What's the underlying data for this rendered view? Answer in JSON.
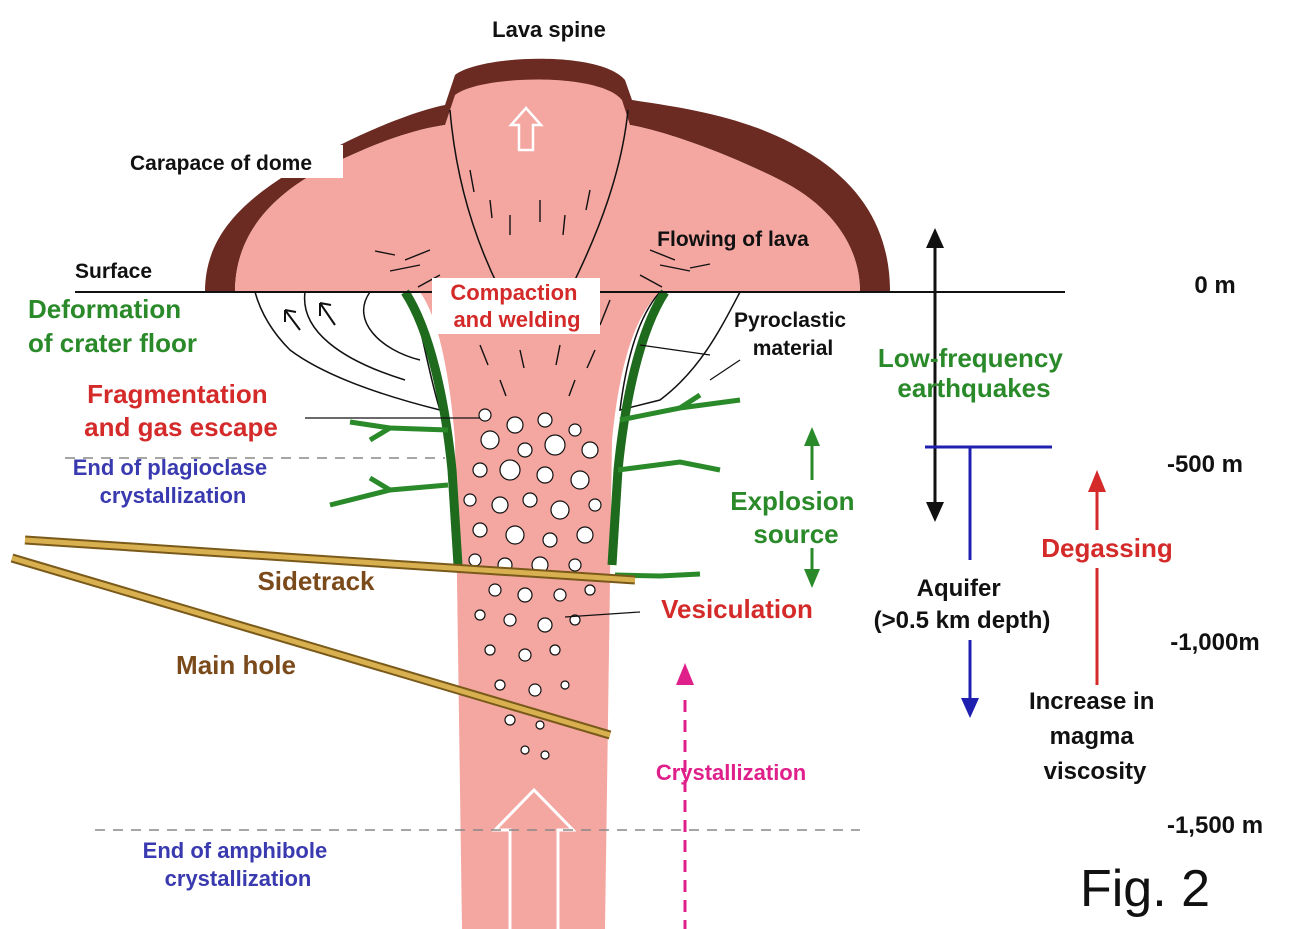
{
  "colors": {
    "lava": "#f4a6a0",
    "carapace": "#6b2a22",
    "green": "#2a8a2a",
    "dark_green": "#1e6b1e",
    "red": "#d42a2a",
    "blue": "#2020b0",
    "purple_blue": "#3a3ab0",
    "brown": "#7a4a1a",
    "drill": "#c8a040",
    "magenta": "#e0208a",
    "black": "#111111"
  },
  "labels": {
    "lava_spine": "Lava spine",
    "carapace": "Carapace of dome",
    "surface": "Surface",
    "flowing": "Flowing of lava",
    "deformation": [
      "Deformation",
      "of crater floor"
    ],
    "compaction": [
      "Compaction",
      "and welding"
    ],
    "pyroclastic": [
      "Pyroclastic",
      "material"
    ],
    "low_freq": [
      "Low-frequency",
      "earthquakes"
    ],
    "fragmentation": [
      "Fragmentation",
      "and gas escape"
    ],
    "plagioclase": [
      "End of plagioclase",
      "crystallization"
    ],
    "explosion": [
      "Explosion",
      "source"
    ],
    "sidetrack": "Sidetrack",
    "degassing": "Degassing",
    "aquifer": [
      "Aquifer",
      "(>0.5 km depth)"
    ],
    "vesiculation": "Vesiculation",
    "main_hole": "Main hole",
    "increase": [
      "Increase in",
      "magma",
      "viscosity"
    ],
    "crystallization": "Crystallization",
    "amphibole": [
      "End of amphibole",
      "crystallization"
    ],
    "fig": "Fig. 2"
  },
  "depths": [
    "0 m",
    "-500 m",
    "-1,000m",
    "-1,500 m"
  ]
}
